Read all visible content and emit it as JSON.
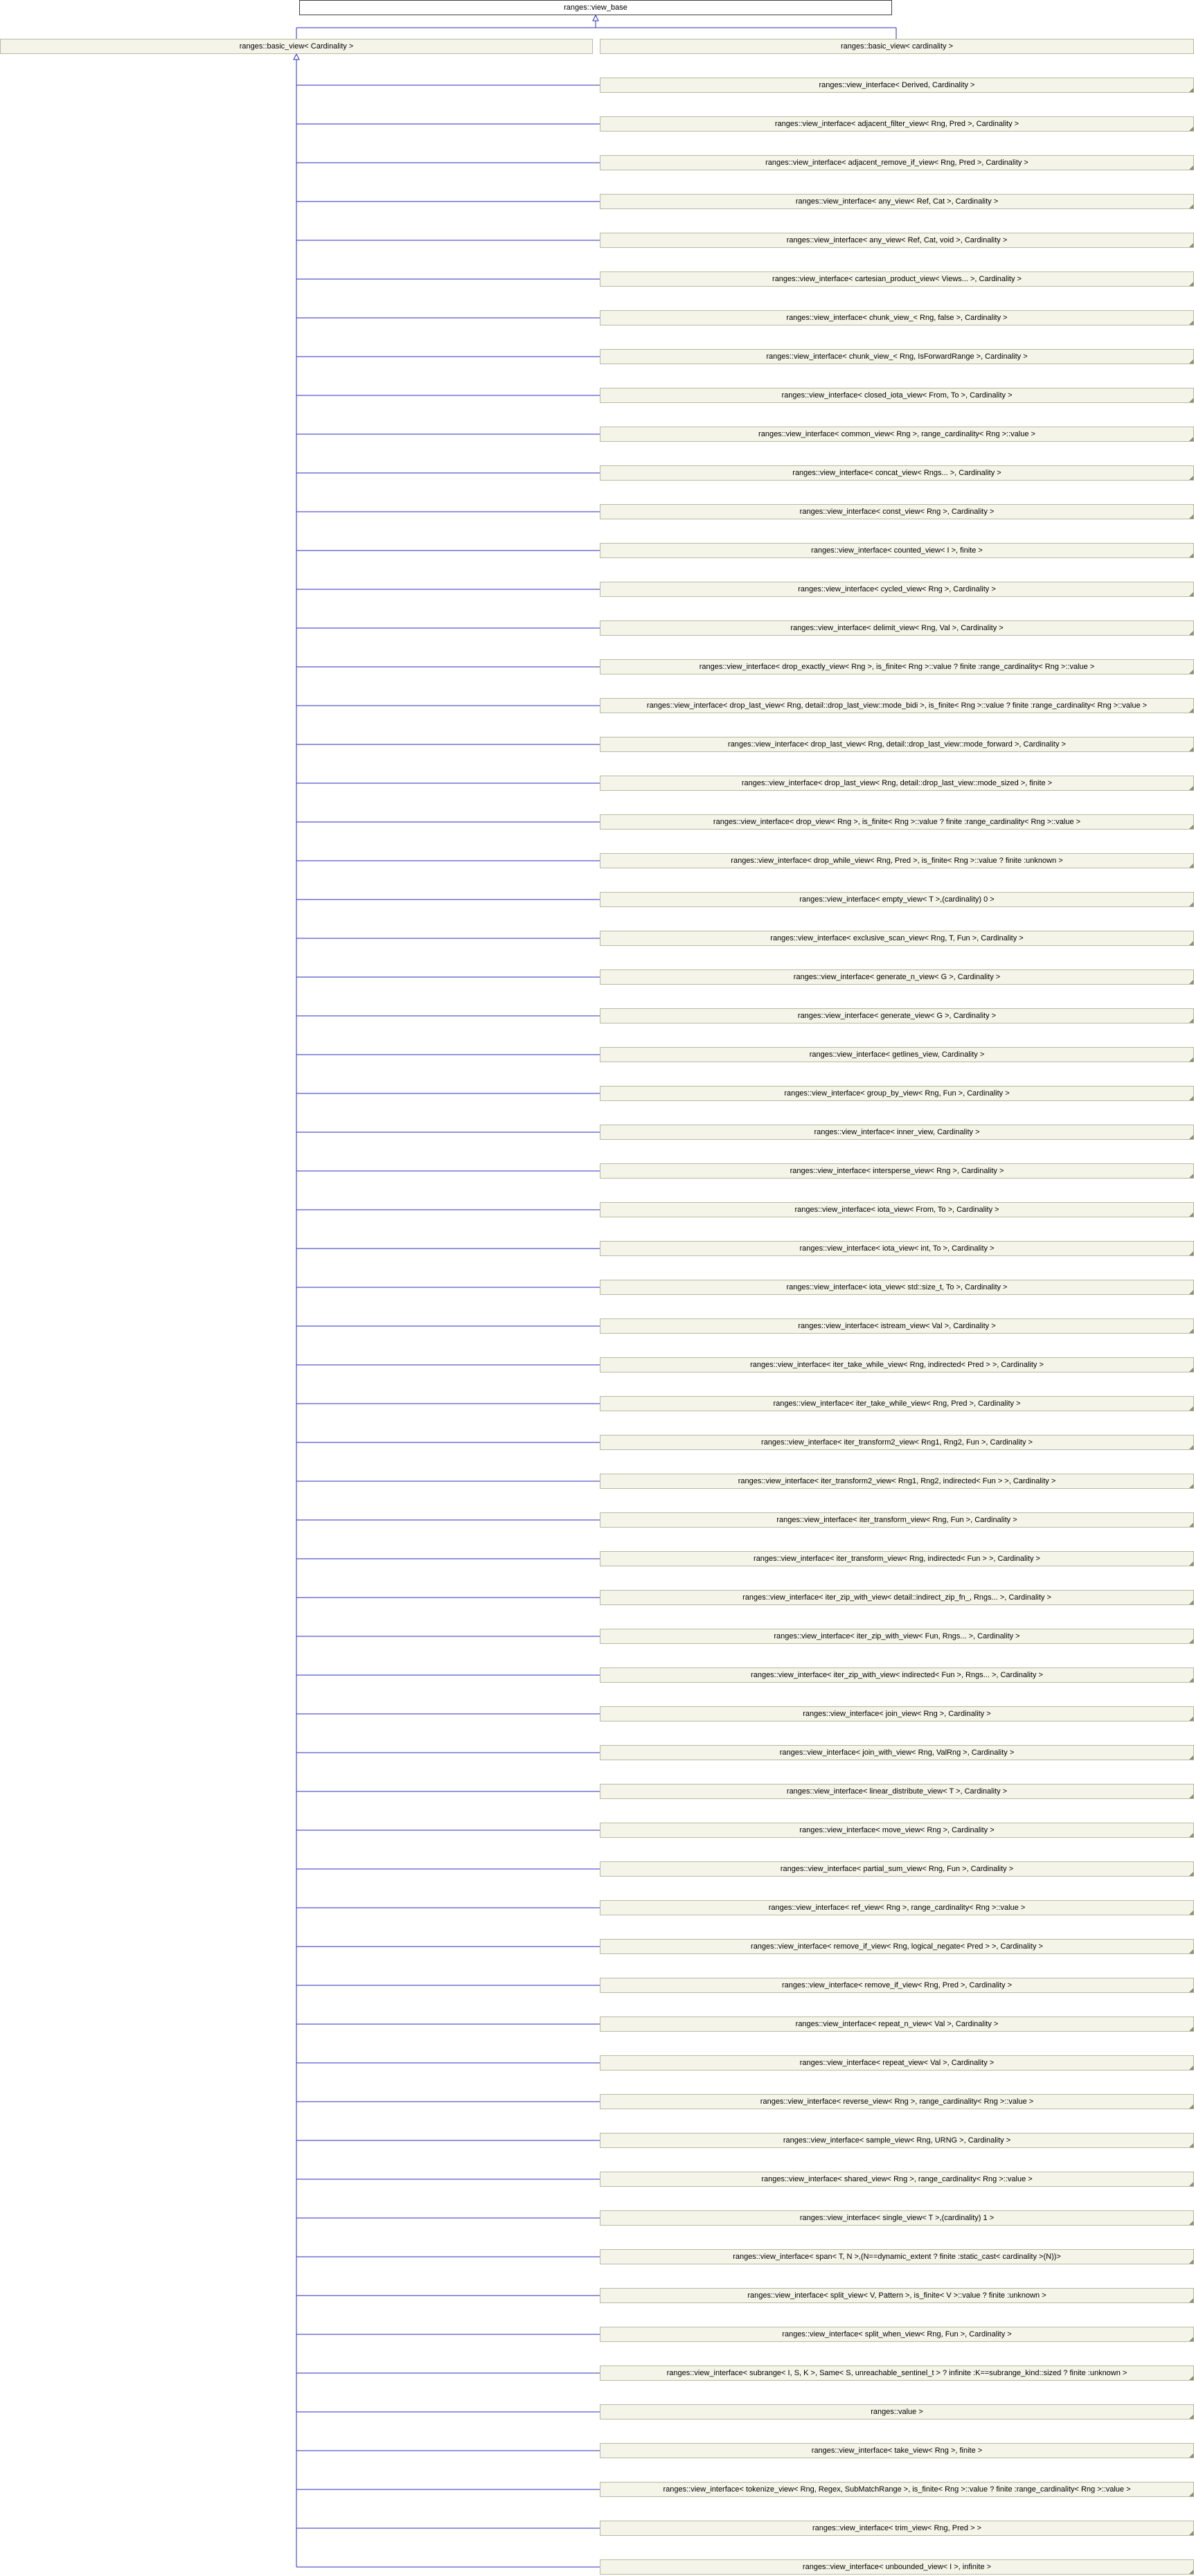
{
  "diagram": {
    "root": "ranges::view_base",
    "base_left": "ranges::basic_view< Cardinality >",
    "base_right": "ranges::basic_view< cardinality >",
    "children": [
      "ranges::view_interface< Derived, Cardinality >",
      "ranges::view_interface< adjacent_filter_view< Rng, Pred >, Cardinality >",
      "ranges::view_interface< adjacent_remove_if_view< Rng, Pred >, Cardinality >",
      "ranges::view_interface< any_view< Ref, Cat >, Cardinality >",
      "ranges::view_interface< any_view< Ref, Cat, void >, Cardinality >",
      "ranges::view_interface< cartesian_product_view< Views... >, Cardinality >",
      "ranges::view_interface< chunk_view_< Rng, false >, Cardinality >",
      "ranges::view_interface< chunk_view_< Rng, IsForwardRange >, Cardinality >",
      "ranges::view_interface< closed_iota_view< From, To >, Cardinality >",
      "ranges::view_interface< common_view< Rng >, range_cardinality< Rng >::value >",
      "ranges::view_interface< concat_view< Rngs... >, Cardinality >",
      "ranges::view_interface< const_view< Rng >, Cardinality >",
      "ranges::view_interface< counted_view< I >, finite >",
      "ranges::view_interface< cycled_view< Rng >, Cardinality >",
      "ranges::view_interface< delimit_view< Rng, Val >, Cardinality >",
      "ranges::view_interface< drop_exactly_view< Rng >, is_finite< Rng >::value ? finite :range_cardinality< Rng >::value >",
      "ranges::view_interface< drop_last_view< Rng, detail::drop_last_view::mode_bidi >, is_finite< Rng >::value ? finite :range_cardinality< Rng >::value >",
      "ranges::view_interface< drop_last_view< Rng, detail::drop_last_view::mode_forward >, Cardinality >",
      "ranges::view_interface< drop_last_view< Rng, detail::drop_last_view::mode_sized >, finite >",
      "ranges::view_interface< drop_view< Rng >, is_finite< Rng >::value ? finite :range_cardinality< Rng >::value >",
      "ranges::view_interface< drop_while_view< Rng, Pred >, is_finite< Rng >::value ? finite :unknown >",
      "ranges::view_interface< empty_view< T >,(cardinality) 0 >",
      "ranges::view_interface< exclusive_scan_view< Rng, T, Fun >, Cardinality >",
      "ranges::view_interface< generate_n_view< G >, Cardinality >",
      "ranges::view_interface< generate_view< G >, Cardinality >",
      "ranges::view_interface< getlines_view, Cardinality >",
      "ranges::view_interface< group_by_view< Rng, Fun >, Cardinality >",
      "ranges::view_interface< inner_view, Cardinality >",
      "ranges::view_interface< intersperse_view< Rng >, Cardinality >",
      "ranges::view_interface< iota_view< From, To >, Cardinality >",
      "ranges::view_interface< iota_view< int, To >, Cardinality >",
      "ranges::view_interface< iota_view< std::size_t, To >, Cardinality >",
      "ranges::view_interface< istream_view< Val >, Cardinality >",
      "ranges::view_interface< iter_take_while_view< Rng, indirected< Pred > >, Cardinality >",
      "ranges::view_interface< iter_take_while_view< Rng, Pred >, Cardinality >",
      "ranges::view_interface< iter_transform2_view< Rng1, Rng2, Fun >, Cardinality >",
      "ranges::view_interface< iter_transform2_view< Rng1, Rng2, indirected< Fun > >, Cardinality >",
      "ranges::view_interface< iter_transform_view< Rng, Fun >, Cardinality >",
      "ranges::view_interface< iter_transform_view< Rng, indirected< Fun > >, Cardinality >",
      "ranges::view_interface< iter_zip_with_view< detail::indirect_zip_fn_, Rngs... >, Cardinality >",
      "ranges::view_interface< iter_zip_with_view< Fun, Rngs... >, Cardinality >",
      "ranges::view_interface< iter_zip_with_view< indirected< Fun >, Rngs... >, Cardinality >",
      "ranges::view_interface< join_view< Rng >, Cardinality >",
      "ranges::view_interface< join_with_view< Rng, ValRng >, Cardinality >",
      "ranges::view_interface< linear_distribute_view< T >, Cardinality >",
      "ranges::view_interface< move_view< Rng >, Cardinality >",
      "ranges::view_interface< partial_sum_view< Rng, Fun >, Cardinality >",
      "ranges::view_interface< ref_view< Rng >, range_cardinality< Rng >::value >",
      "ranges::view_interface< remove_if_view< Rng, logical_negate< Pred > >, Cardinality >",
      "ranges::view_interface< remove_if_view< Rng, Pred >, Cardinality >",
      "ranges::view_interface< repeat_n_view< Val >, Cardinality >",
      "ranges::view_interface< repeat_view< Val >, Cardinality >",
      "ranges::view_interface< reverse_view< Rng >, range_cardinality< Rng >::value >",
      "ranges::view_interface< sample_view< Rng, URNG >, Cardinality >",
      "ranges::view_interface< shared_view< Rng >, range_cardinality< Rng >::value >",
      "ranges::view_interface< single_view< T >,(cardinality) 1 >",
      "ranges::view_interface< span< T, N >,(N==dynamic_extent ? finite :static_cast< cardinality >(N))>",
      "ranges::view_interface< split_view< V, Pattern >, is_finite< V >::value ? finite :unknown >",
      "ranges::view_interface< split_when_view< Rng, Fun >, Cardinality >",
      "ranges::view_interface< subrange< I, S, K >, Same< S, unreachable_sentinel_t > ? infinite :K==subrange_kind::sized ? finite :unknown >",
      "ranges::value >",
      "ranges::view_interface< take_view< Rng >, finite >",
      "ranges::view_interface< tokenize_view< Rng, Regex, SubMatchRange >, is_finite< Rng >::value ? finite :range_cardinality< Rng >::value >",
      "ranges::view_interface< trim_view< Rng, Pred > >",
      "ranges::view_interface< unbounded_view< I >, infinite >"
    ]
  }
}
